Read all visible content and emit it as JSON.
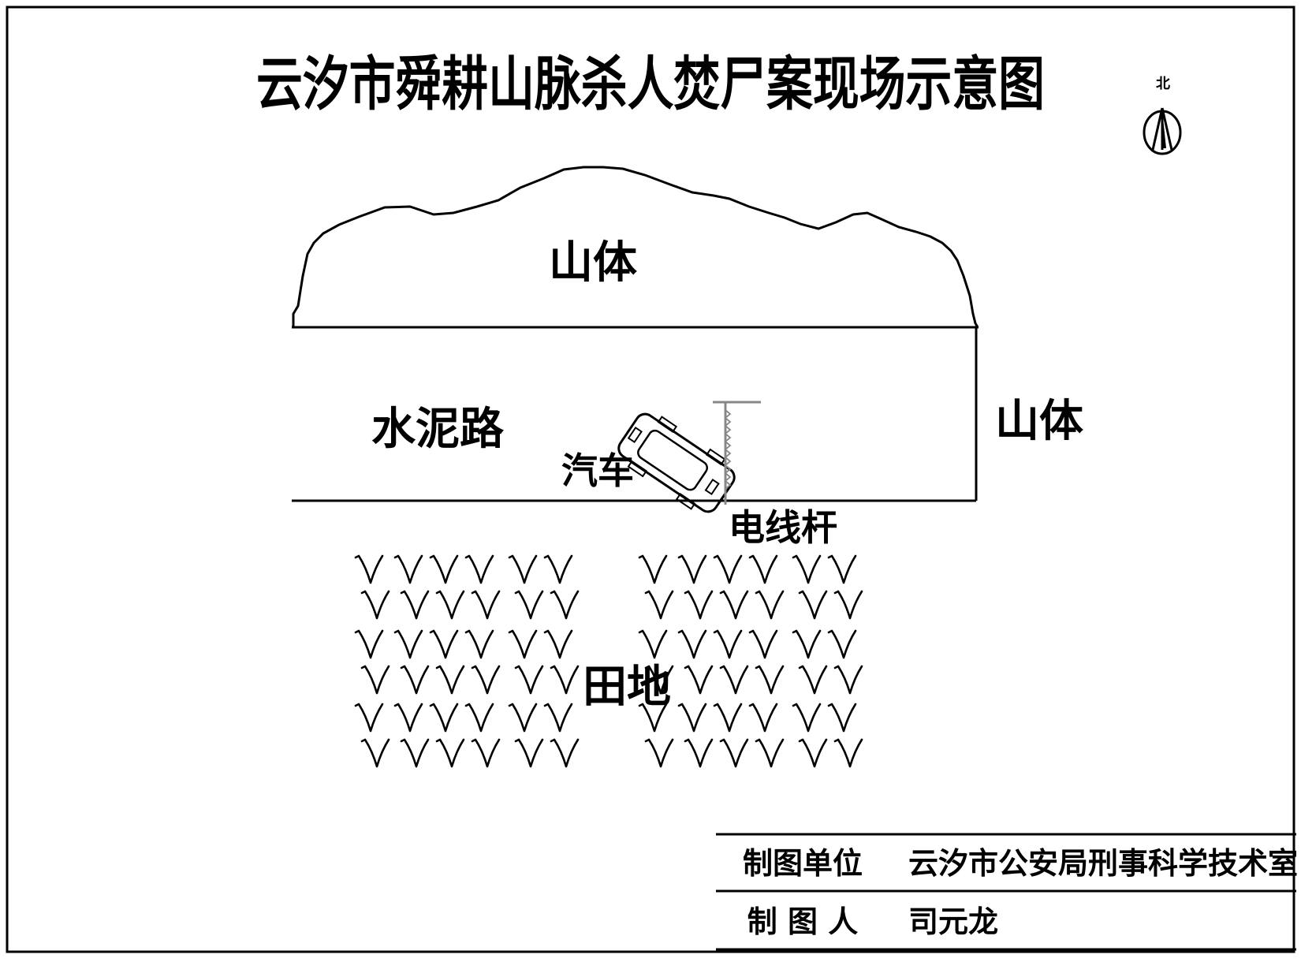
{
  "title": "云汐市舜耕山脉杀人焚尸案现场示意图",
  "north_label": "北",
  "labels": {
    "mountain_top": "山体",
    "mountain_right": "山体",
    "road": "水泥路",
    "car": "汽车",
    "pole": "电线杆",
    "field": "田地"
  },
  "info_table": {
    "rows": [
      {
        "key": "制图单位",
        "value": "云汐市公安局刑事科学技术室"
      },
      {
        "key": "制 图 人",
        "value": "司元龙"
      }
    ]
  },
  "colors": {
    "ink": "#000000",
    "background": "#ffffff",
    "pole": "#888888"
  },
  "icons": [
    "north-arrow-icon",
    "car-icon",
    "utility-pole-icon",
    "grass-icon"
  ]
}
